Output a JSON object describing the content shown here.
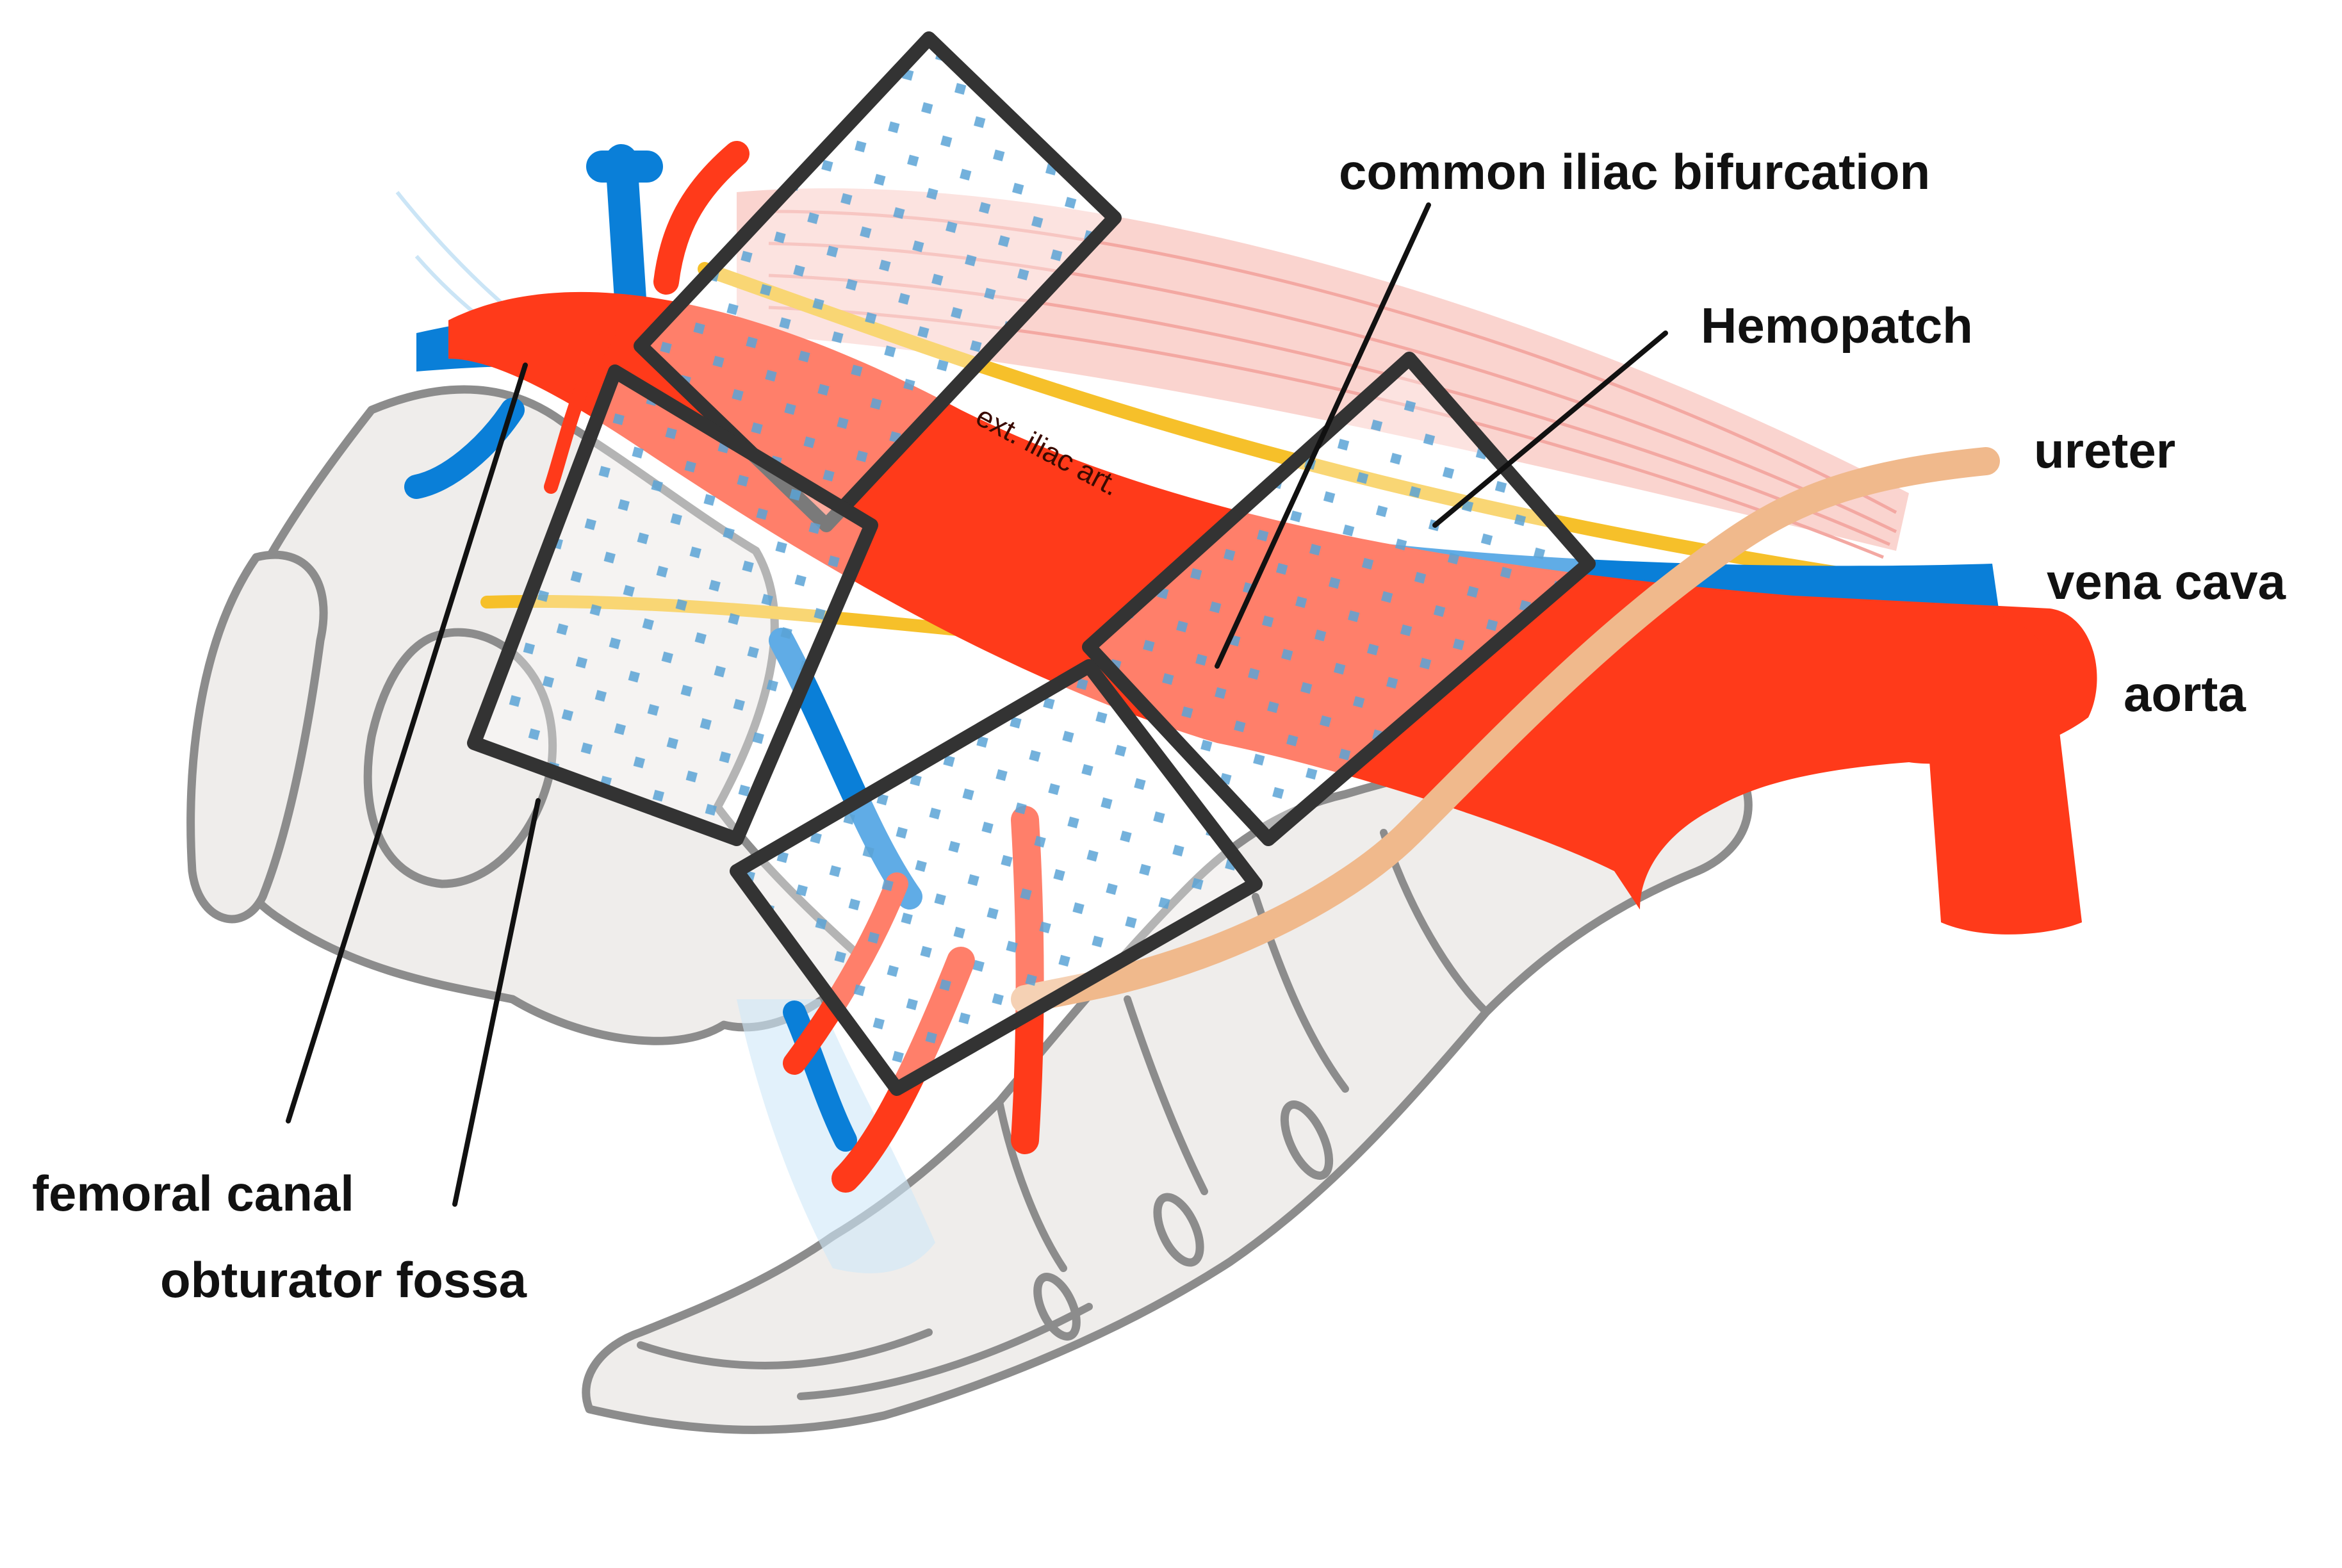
{
  "labels": {
    "common_iliac_bifurcation": "common iliac bifurcation",
    "hemopatch": "Hemopatch",
    "ureter": "ureter",
    "vena_cava": "vena cava",
    "aorta": "aorta",
    "femoral_canal": "femoral canal",
    "obturator_fossa": "obturator fossa",
    "ext_iliac_art": "ext. iliac art."
  },
  "colors": {
    "artery": "#ff3a1a",
    "vein": "#0a7fd8",
    "ureter": "#f0b98c",
    "nerve": "#f6c02a",
    "muscle": "#f6a8a0",
    "bone_fill": "#efedeb",
    "bone_outline": "#8c8c8c",
    "patch_outline": "#333333",
    "patch_dots": "#5aa3d6",
    "ligament": "#a8d3f0"
  }
}
